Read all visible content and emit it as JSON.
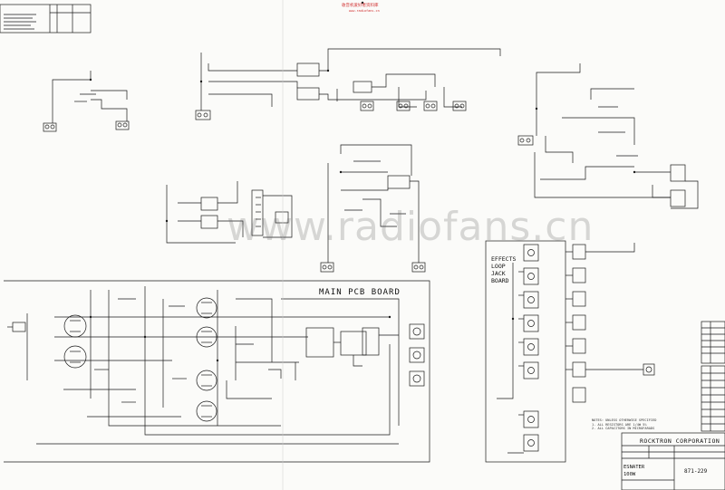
{
  "header": {
    "red_site_text": "收音机爱好者资料库",
    "red_site_sub": "www.radiofans.cn"
  },
  "watermark": "www.radiofans.cn",
  "main_pcb_board": {
    "title": "MAIN PCB BOARD"
  },
  "effects_loop": {
    "title": "EFFECTS\nLOOP\nJACK\nBOARD"
  },
  "notes": {
    "text": "NOTES: UNLESS OTHERWISE SPECIFIED\n1. ALL RESISTORS ARE 1/4W 5%\n2. ALL CAPACITORS IN MICROFARADS"
  },
  "title_block": {
    "company": "ROCKTRON CORPORATION",
    "product_line1": "ESNATER",
    "product_line2": "100W",
    "document_number": "871-229"
  },
  "colors": {
    "ink": "#1a1a1a",
    "paper": "#fbfbf9",
    "watermark": "#5a5a5a",
    "header_red": "#d03030"
  }
}
